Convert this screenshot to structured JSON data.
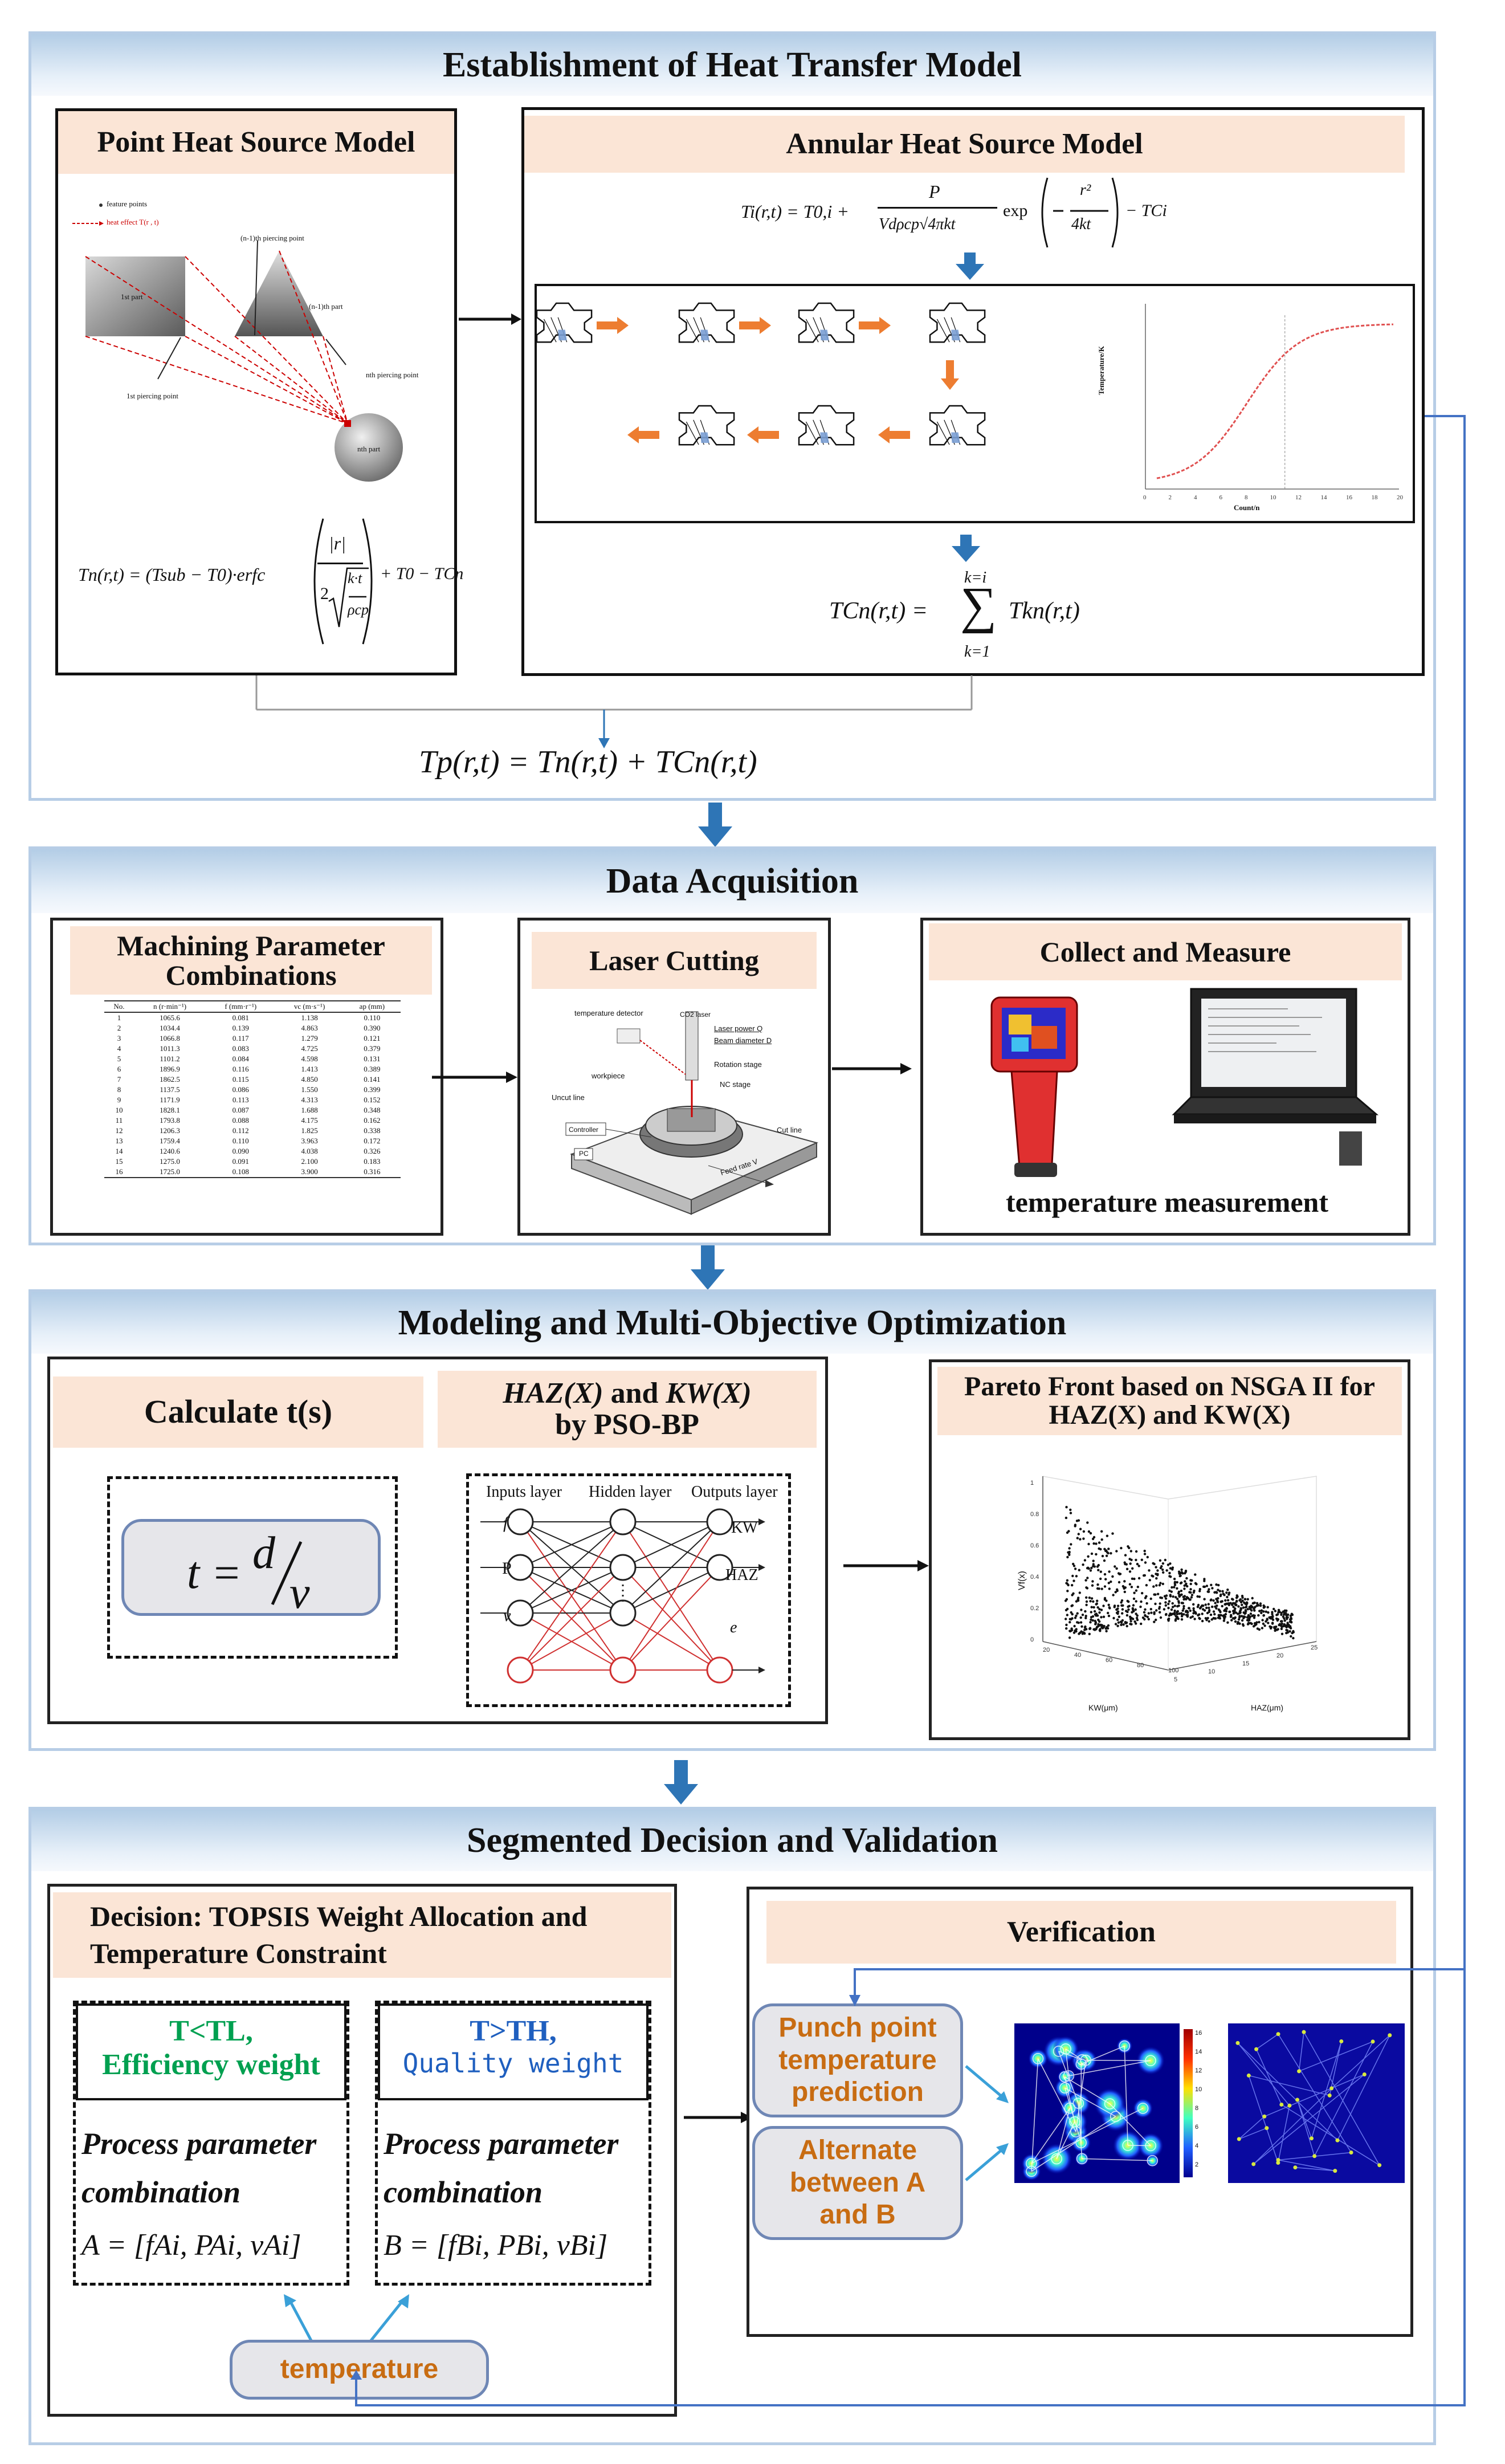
{
  "sections": {
    "s1": {
      "title": "Establishment of Heat Transfer Model"
    },
    "s2": {
      "title": "Data Acquisition"
    },
    "s3": {
      "title": "Modeling and Multi-Objective Optimization"
    },
    "s4": {
      "title": "Segmented Decision and Validation"
    }
  },
  "point_model": {
    "title": "Point Heat Source Model",
    "legend_feature": "feature points",
    "legend_heat": "heat effect T(r , t)",
    "label_first_part": "1st part",
    "label_n1_part": "(n-1)th part",
    "label_n_part": "nth part",
    "label_n1_piercing": "(n-1)th piercing point",
    "label_n_piercing": "nth piercing point",
    "label_first_piercing": "1st piercing point",
    "formula_lhs": "Tn(r,t) = (Tsub − T0)·erfc",
    "formula_num": "|r|",
    "formula_den_k": "k·t",
    "formula_den_rho": "ρcp",
    "formula_den_2": "2",
    "formula_rhs": "+ T0 − TCn"
  },
  "annular_model": {
    "title": "Annular Heat Source Model",
    "formula_lhs": "Ti(r,t) = T0,i +",
    "formula_num": "P",
    "formula_den": "Vdρcp√4πkt",
    "formula_exp": "exp",
    "formula_r2": "r²",
    "formula_4kt": "4kt",
    "formula_tail": "− TCi",
    "sum_formula_lhs": "TCn(r,t) =",
    "sum_top": "k=i",
    "sum_bottom": "k=1",
    "sum_term": "Tkn(r,t)"
  },
  "temp_chart": {
    "ylabel": "Temperature/K",
    "xlabel": "Count/n",
    "xticks": [
      "0",
      "2",
      "4",
      "6",
      "8",
      "10",
      "12",
      "14",
      "16",
      "18",
      "20"
    ]
  },
  "combined_formula": {
    "text": "Tp(r,t) = Tn(r,t) + TCn(r,t)"
  },
  "machining": {
    "title": "Machining Parameter Combinations",
    "headers": [
      "No.",
      "n (r·min⁻¹)",
      "f (mm·r⁻¹)",
      "vc (m·s⁻¹)",
      "ap (mm)"
    ],
    "rows": [
      [
        "1",
        "1065.6",
        "0.081",
        "1.138",
        "0.110"
      ],
      [
        "2",
        "1034.4",
        "0.139",
        "4.863",
        "0.390"
      ],
      [
        "3",
        "1066.8",
        "0.117",
        "1.279",
        "0.121"
      ],
      [
        "4",
        "1011.3",
        "0.083",
        "4.725",
        "0.379"
      ],
      [
        "5",
        "1101.2",
        "0.084",
        "4.598",
        "0.131"
      ],
      [
        "6",
        "1896.9",
        "0.116",
        "1.413",
        "0.389"
      ],
      [
        "7",
        "1862.5",
        "0.115",
        "4.850",
        "0.141"
      ],
      [
        "8",
        "1137.5",
        "0.086",
        "1.550",
        "0.399"
      ],
      [
        "9",
        "1171.9",
        "0.113",
        "4.313",
        "0.152"
      ],
      [
        "10",
        "1828.1",
        "0.087",
        "1.688",
        "0.348"
      ],
      [
        "11",
        "1793.8",
        "0.088",
        "4.175",
        "0.162"
      ],
      [
        "12",
        "1206.3",
        "0.112",
        "1.825",
        "0.338"
      ],
      [
        "13",
        "1759.4",
        "0.110",
        "3.963",
        "0.172"
      ],
      [
        "14",
        "1240.6",
        "0.090",
        "4.038",
        "0.326"
      ],
      [
        "15",
        "1275.0",
        "0.091",
        "2.100",
        "0.183"
      ],
      [
        "16",
        "1725.0",
        "0.108",
        "3.900",
        "0.316"
      ]
    ]
  },
  "laser": {
    "title": "Laser Cutting",
    "temperature_detector": "temperature detector",
    "co2_laser": "CO2 laser",
    "laser_power": "Laser power Q",
    "beam_diameter": "Beam diameter D",
    "rotation_stage": "Rotation stage",
    "workpiece": "workpiece",
    "nc_stage": "NC stage",
    "uncut_line": "Uncut line",
    "controller": "Controller",
    "pc": "PC",
    "cut_line": "Cut line",
    "feed_rate": "Feed rate V"
  },
  "collect": {
    "title": "Collect and Measure",
    "caption": "temperature measurement"
  },
  "calc": {
    "title": "Calculate t(s)",
    "formula_t": "t =",
    "formula_d": "d",
    "formula_v": "v"
  },
  "pso": {
    "title_it1": "HAZ(X)",
    "title_and": " and ",
    "title_it2": "KW(X)",
    "title_tail": " by PSO-BP",
    "inputs_layer": "Inputs layer",
    "hidden_layer": "Hidden layer",
    "outputs_layer": "Outputs layer",
    "in_f": "f",
    "in_p": "P",
    "in_v": "v",
    "out_kw": "KW",
    "out_haz": "HAZ",
    "out_e": "e"
  },
  "pareto": {
    "title": "Pareto Front based on NSGA II for HAZ(X) and KW(X)",
    "zlabel": "Vf(x)",
    "xlabel": "KW(μm)",
    "ylabel": "HAZ(μm)",
    "zticks": [
      "0",
      "0.2",
      "0.4",
      "0.6",
      "0.8",
      "1"
    ],
    "xticks": [
      "20",
      "40",
      "60",
      "80",
      "100"
    ],
    "yticks": [
      "5",
      "10",
      "15",
      "20",
      "25"
    ]
  },
  "decision": {
    "title": "Decision: TOPSIS Weight Allocation and Temperature Constraint",
    "tl_line1": "T<TL,",
    "tl_line2": "Efficiency weight",
    "th_line1": "T>TH,",
    "th_line2": "Quality weight",
    "proc_line1": "Process parameter",
    "proc_line2": "combination",
    "formula_a": "A = [fAi, PAi, vAi]",
    "formula_b": "B = [fBi, PBi, vBi]",
    "temperature": "temperature"
  },
  "verification": {
    "title": "Verification",
    "punch": "Punch point temperature prediction",
    "alternate": "Alternate between A and B",
    "colorbar_ticks": [
      "16",
      "14",
      "12",
      "10",
      "8",
      "6",
      "4",
      "2"
    ]
  },
  "colors": {
    "section_border": "#b7cde6",
    "header_peach": "#fbe5d6",
    "arrow_blue": "#2e75b6",
    "feedback_line": "#4472c4",
    "green_text": "#00a050",
    "blue_text": "#1f5fbf",
    "orange_text": "#c86c12"
  }
}
